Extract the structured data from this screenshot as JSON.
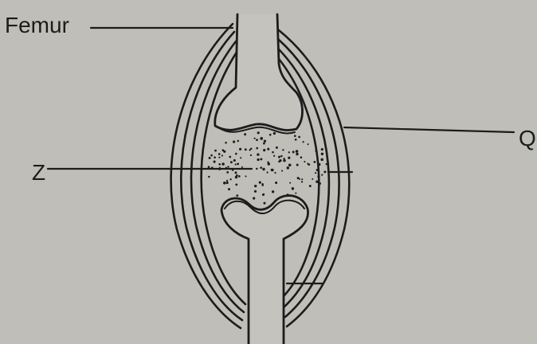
{
  "labels": {
    "femur": "Femur",
    "z": "Z",
    "q": "Q"
  },
  "colors": {
    "ink": "#1c1c1c",
    "paper": "#bfbeb8",
    "bone_fill": "#c9c8c2"
  }
}
